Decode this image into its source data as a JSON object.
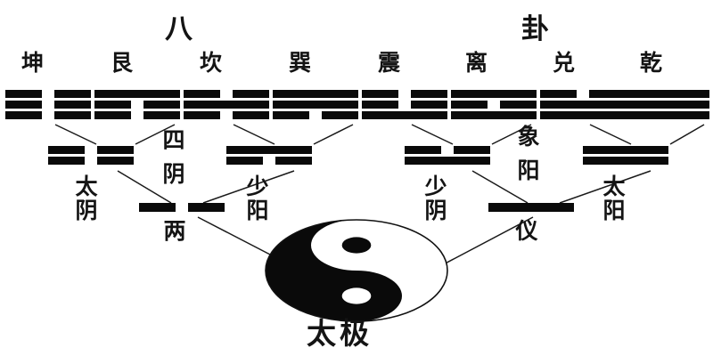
{
  "diagram": {
    "name": "bagua-derivation-diagram",
    "title_left": "八",
    "title_right": "卦",
    "background_color": "#ffffff",
    "ink_color": "#0a0a0a"
  },
  "trigram_row": {
    "label": "八卦",
    "items": [
      {
        "name": "坤",
        "lines": [
          "broken",
          "broken",
          "broken"
        ],
        "glyph": "kun-trigram"
      },
      {
        "name": "艮",
        "lines": [
          "solid",
          "broken",
          "broken"
        ],
        "glyph": "gen-trigram"
      },
      {
        "name": "坎",
        "lines": [
          "broken",
          "solid",
          "broken"
        ],
        "glyph": "kan-trigram"
      },
      {
        "name": "巽",
        "lines": [
          "solid",
          "solid",
          "broken"
        ],
        "glyph": "xun-trigram"
      },
      {
        "name": "震",
        "lines": [
          "broken",
          "broken",
          "solid"
        ],
        "glyph": "zhen-trigram"
      },
      {
        "name": "离",
        "lines": [
          "solid",
          "broken",
          "solid"
        ],
        "glyph": "li-trigram"
      },
      {
        "name": "兑",
        "lines": [
          "broken",
          "solid",
          "solid"
        ],
        "glyph": "dui-trigram"
      },
      {
        "name": "乾",
        "lines": [
          "solid",
          "solid",
          "solid"
        ],
        "glyph": "qian-trigram"
      }
    ]
  },
  "bigram_row": {
    "label_left": "四象",
    "label_left_chars": [
      "四",
      "阴"
    ],
    "label_right_chars": [
      "象",
      "阳"
    ],
    "items": [
      {
        "name": "太阴",
        "lines": [
          "broken",
          "broken"
        ],
        "glyph": "taiyin-bigram"
      },
      {
        "name": "少阳",
        "lines": [
          "solid",
          "broken"
        ],
        "glyph": "shaoyang-bigram"
      },
      {
        "name": "少阴",
        "lines": [
          "broken",
          "solid"
        ],
        "glyph": "shaoyin-bigram"
      },
      {
        "name": "太阳",
        "lines": [
          "solid",
          "solid"
        ],
        "glyph": "taiyang-bigram"
      }
    ]
  },
  "monogram_row": {
    "label": "两仪",
    "label_left": "两",
    "label_right": "仪",
    "items": [
      {
        "name": "阴",
        "line": "broken",
        "glyph": "yin-line"
      },
      {
        "name": "阳",
        "line": "solid",
        "glyph": "yang-line"
      }
    ]
  },
  "taiji": {
    "name": "太极",
    "symbol": "taiji-yinyang-symbol",
    "yang_color": "#ffffff",
    "yin_color": "#0a0a0a"
  }
}
